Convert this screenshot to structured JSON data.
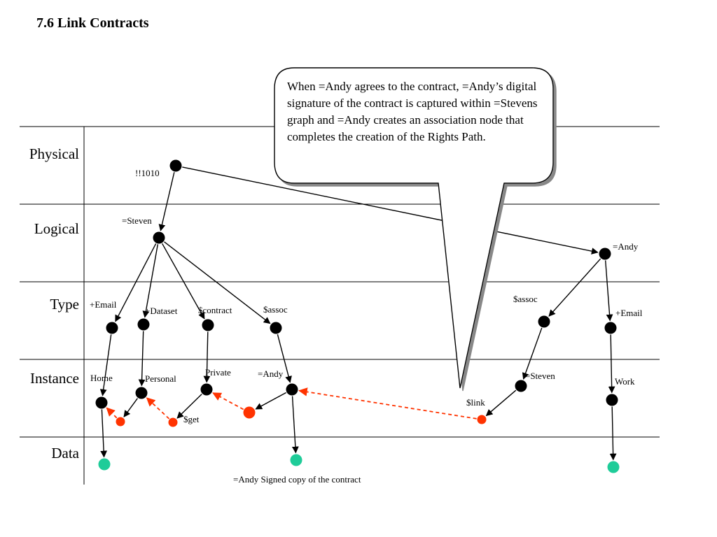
{
  "title": "7.6 Link Contracts",
  "colors": {
    "node": "#000000",
    "link_node": "#ff3300",
    "data_node": "#1fcc99",
    "link_edge": "#ff3300",
    "line": "#000000"
  },
  "layers": [
    {
      "id": "physical",
      "label": "Physical"
    },
    {
      "id": "logical",
      "label": "Logical"
    },
    {
      "id": "type",
      "label": "Type"
    },
    {
      "id": "instance",
      "label": "Instance"
    },
    {
      "id": "data",
      "label": "Data"
    }
  ],
  "callout": {
    "text": "When =Andy agrees to the contract, =Andy’s digital signature of the contract is captured within =Stevens graph and =Andy creates an association node that completes the creation of the Rights Path."
  },
  "nodes": [
    {
      "id": "n1010",
      "kind": "node",
      "label": "!!1010"
    },
    {
      "id": "steven",
      "kind": "node",
      "label": "=Steven"
    },
    {
      "id": "andy",
      "kind": "node",
      "label": "=Andy"
    },
    {
      "id": "email1",
      "kind": "node",
      "label": "+Email"
    },
    {
      "id": "dataset",
      "kind": "node",
      "label": "+Dataset"
    },
    {
      "id": "contract",
      "kind": "node",
      "label": "$contract"
    },
    {
      "id": "assoc1",
      "kind": "node",
      "label": "$assoc"
    },
    {
      "id": "assoc2",
      "kind": "node",
      "label": "$assoc"
    },
    {
      "id": "email2",
      "kind": "node",
      "label": "+Email"
    },
    {
      "id": "home",
      "kind": "node",
      "label": "Home"
    },
    {
      "id": "personal",
      "kind": "node",
      "label": "Personal"
    },
    {
      "id": "private",
      "kind": "node",
      "label": "Private"
    },
    {
      "id": "andyInst",
      "kind": "node",
      "label": "=Andy"
    },
    {
      "id": "stevenInst",
      "kind": "node",
      "label": "=Steven"
    },
    {
      "id": "work",
      "kind": "node",
      "label": "Work"
    },
    {
      "id": "link1",
      "kind": "link",
      "label": ""
    },
    {
      "id": "get",
      "kind": "link",
      "label": "$get"
    },
    {
      "id": "link3",
      "kind": "link",
      "label": ""
    },
    {
      "id": "link",
      "kind": "link",
      "label": "$link"
    },
    {
      "id": "data1",
      "kind": "data",
      "label": ""
    },
    {
      "id": "data2",
      "kind": "data",
      "label": "=Andy Signed copy of the contract"
    },
    {
      "id": "data3",
      "kind": "data",
      "label": ""
    }
  ],
  "edges": [
    {
      "from": "n1010",
      "to": "steven",
      "style": "solid"
    },
    {
      "from": "n1010",
      "to": "andy",
      "style": "solid"
    },
    {
      "from": "steven",
      "to": "email1",
      "style": "solid"
    },
    {
      "from": "steven",
      "to": "dataset",
      "style": "solid"
    },
    {
      "from": "steven",
      "to": "contract",
      "style": "solid"
    },
    {
      "from": "steven",
      "to": "assoc1",
      "style": "solid"
    },
    {
      "from": "andy",
      "to": "assoc2",
      "style": "solid"
    },
    {
      "from": "andy",
      "to": "email2",
      "style": "solid"
    },
    {
      "from": "email1",
      "to": "home",
      "style": "solid"
    },
    {
      "from": "dataset",
      "to": "personal",
      "style": "solid"
    },
    {
      "from": "contract",
      "to": "private",
      "style": "solid"
    },
    {
      "from": "assoc1",
      "to": "andyInst",
      "style": "solid"
    },
    {
      "from": "assoc2",
      "to": "stevenInst",
      "style": "solid"
    },
    {
      "from": "email2",
      "to": "work",
      "style": "solid"
    },
    {
      "from": "home",
      "to": "data1",
      "style": "solid"
    },
    {
      "from": "andyInst",
      "to": "data2",
      "style": "solid"
    },
    {
      "from": "work",
      "to": "data3",
      "style": "solid"
    },
    {
      "from": "personal",
      "to": "link1",
      "style": "solid"
    },
    {
      "from": "private",
      "to": "get",
      "style": "solid"
    },
    {
      "from": "andyInst",
      "to": "link3",
      "style": "solid"
    },
    {
      "from": "stevenInst",
      "to": "link",
      "style": "solid"
    },
    {
      "from": "link1",
      "to": "home",
      "style": "dashed"
    },
    {
      "from": "get",
      "to": "personal",
      "style": "dashed"
    },
    {
      "from": "link3",
      "to": "private",
      "style": "dashed"
    },
    {
      "from": "link",
      "to": "andyInst",
      "style": "dashed"
    }
  ]
}
